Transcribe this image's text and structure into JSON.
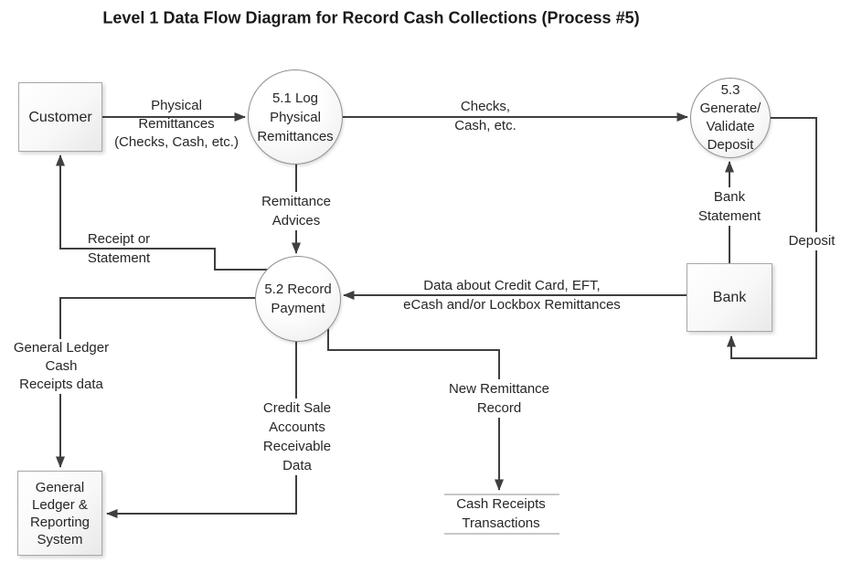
{
  "title": "Level 1 Data Flow Diagram for Record Cash Collections (Process #5)",
  "colors": {
    "background": "#ffffff",
    "line": "#3f3f3f",
    "text": "#262626",
    "shape_border": "#909090",
    "datastore_line": "#a8a8a8"
  },
  "entities": {
    "customer": {
      "label": "Customer"
    },
    "bank": {
      "label": "Bank"
    },
    "general_ledger": {
      "label": "General\nLedger &\nReporting\nSystem"
    }
  },
  "processes": {
    "p5_1": {
      "label": "5.1 Log\nPhysical\nRemittances"
    },
    "p5_2": {
      "label": "5.2 Record\nPayment"
    },
    "p5_3": {
      "label": "5.3\nGenerate/\nValidate\nDeposit"
    }
  },
  "data_stores": {
    "cash_receipts": {
      "label": "Cash Receipts\nTransactions"
    }
  },
  "flows": {
    "physical_remittances": {
      "from": "Customer",
      "to": "5.1",
      "label": "Physical\nRemittances\n(Checks, Cash, etc.)"
    },
    "checks_cash": {
      "from": "5.1",
      "to": "5.3",
      "label": "Checks,\nCash, etc."
    },
    "remittance_advices": {
      "from": "5.1",
      "to": "5.2",
      "label": "Remittance\nAdvices"
    },
    "receipt_or_statement": {
      "from": "5.2",
      "to": "Customer",
      "label": "Receipt or\nStatement"
    },
    "gl_cash_receipts_data": {
      "from": "5.2",
      "to": "General Ledger & Reporting System",
      "label": "General Ledger\nCash\nReceipts data"
    },
    "credit_card_data": {
      "from": "Bank",
      "to": "5.2",
      "label": "Data about Credit Card, EFT,\neCash  and/or Lockbox Remittances"
    },
    "bank_statement": {
      "from": "Bank",
      "to": "5.3",
      "label": "Bank\nStatement"
    },
    "deposit": {
      "from": "5.3",
      "to": "Bank",
      "label": "Deposit"
    },
    "credit_sale_ar_data": {
      "from": "5.2",
      "to": "General Ledger & Reporting System",
      "label": "Credit Sale\nAccounts\nReceivable\nData"
    },
    "new_remittance_record": {
      "from": "5.2",
      "to": "Cash Receipts Transactions",
      "label": "New Remittance\nRecord"
    }
  }
}
